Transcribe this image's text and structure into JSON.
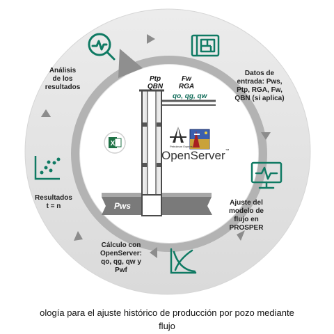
{
  "steps": {
    "analisis": [
      "Análisis",
      "de los",
      "resultados"
    ],
    "datos": [
      "Datos de",
      "entrada: Pws,",
      "Ptp, RGA, Fw,",
      "QBN (si aplica)"
    ],
    "ajuste": [
      "Ajuste del",
      "modelo de",
      "flujo en",
      "PROSPER"
    ],
    "calculo": [
      "Cálculo con",
      "OpenServer:",
      "qo, qg, qw y",
      "Pwf"
    ],
    "resultados": [
      "Resultados",
      "t = n"
    ]
  },
  "well": {
    "ptp": [
      "Ptp",
      "QBN"
    ],
    "fw": [
      "Fw",
      "RGA"
    ],
    "rates": "qo, qg, qw",
    "pws": "Pws",
    "pwf": "Pwf"
  },
  "openserver": {
    "name": "OpenServer",
    "tm": "™",
    "company": "Petroleum Experts"
  },
  "caption": [
    "ología para el ajuste histórico de producción por pozo mediante",
    "flujo"
  ],
  "colors": {
    "ring": "#e3e3e3",
    "teal": "#0f7a63",
    "arrow_gray": "#8c8c8c",
    "excel_green": "#1e7145"
  },
  "icons": [
    "chart-search-icon",
    "blueprint-icon",
    "monitor-wave-icon",
    "curves-chart-icon",
    "scatter-chart-icon",
    "excel-icon",
    "petex-logo-icon",
    "ipm-app-icon"
  ]
}
